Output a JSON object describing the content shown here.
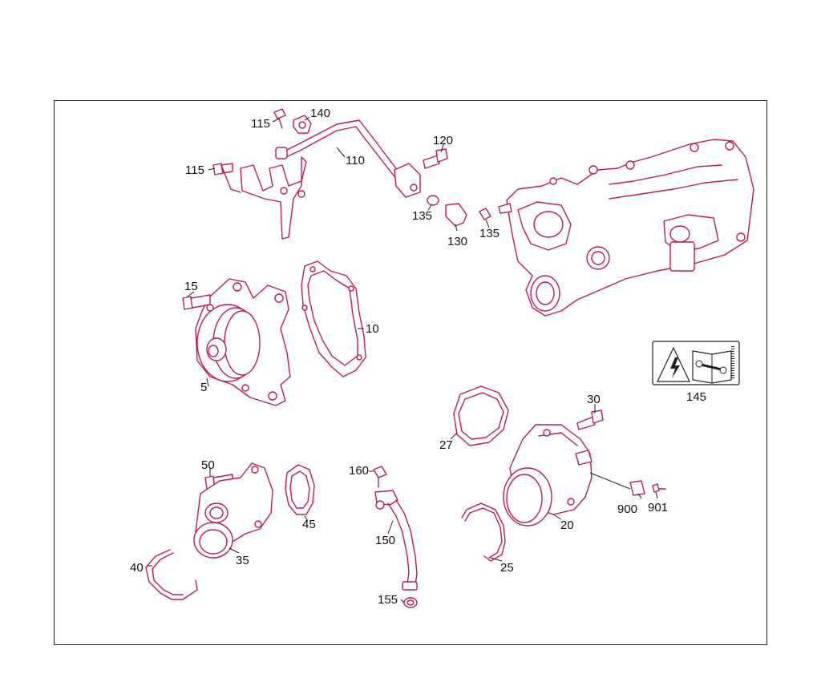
{
  "diagram": {
    "callouts": {
      "c115a": "115",
      "c140": "140",
      "c115b": "115",
      "c110": "110",
      "c120": "120",
      "c135a": "135",
      "c130": "130",
      "c135b": "135",
      "c15": "15",
      "c10": "10",
      "c5": "5",
      "c145": "145",
      "c30": "30",
      "c27": "27",
      "c50": "50",
      "c160": "160",
      "c45": "45",
      "c900": "900",
      "c901": "901",
      "c20": "20",
      "c150": "150",
      "c35": "35",
      "c40": "40",
      "c25": "25",
      "c155": "155"
    },
    "colors": {
      "part_stroke": "#c2185b",
      "frame": "#222222"
    },
    "icons": [
      "warning-high-voltage-icon",
      "manual-wrench-icon"
    ]
  }
}
